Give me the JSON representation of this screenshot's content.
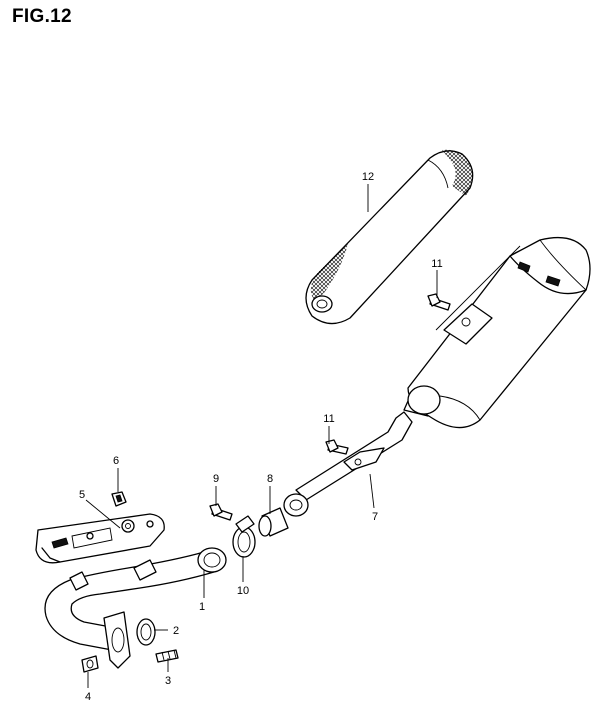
{
  "figure": {
    "title": "FIG.12"
  },
  "callouts": {
    "c1": "1",
    "c2": "2",
    "c3": "3",
    "c4": "4",
    "c5": "5",
    "c6": "6",
    "c7": "7",
    "c8": "8",
    "c9": "9",
    "c10": "10",
    "c11a": "11",
    "c11b": "11",
    "c12": "12"
  }
}
